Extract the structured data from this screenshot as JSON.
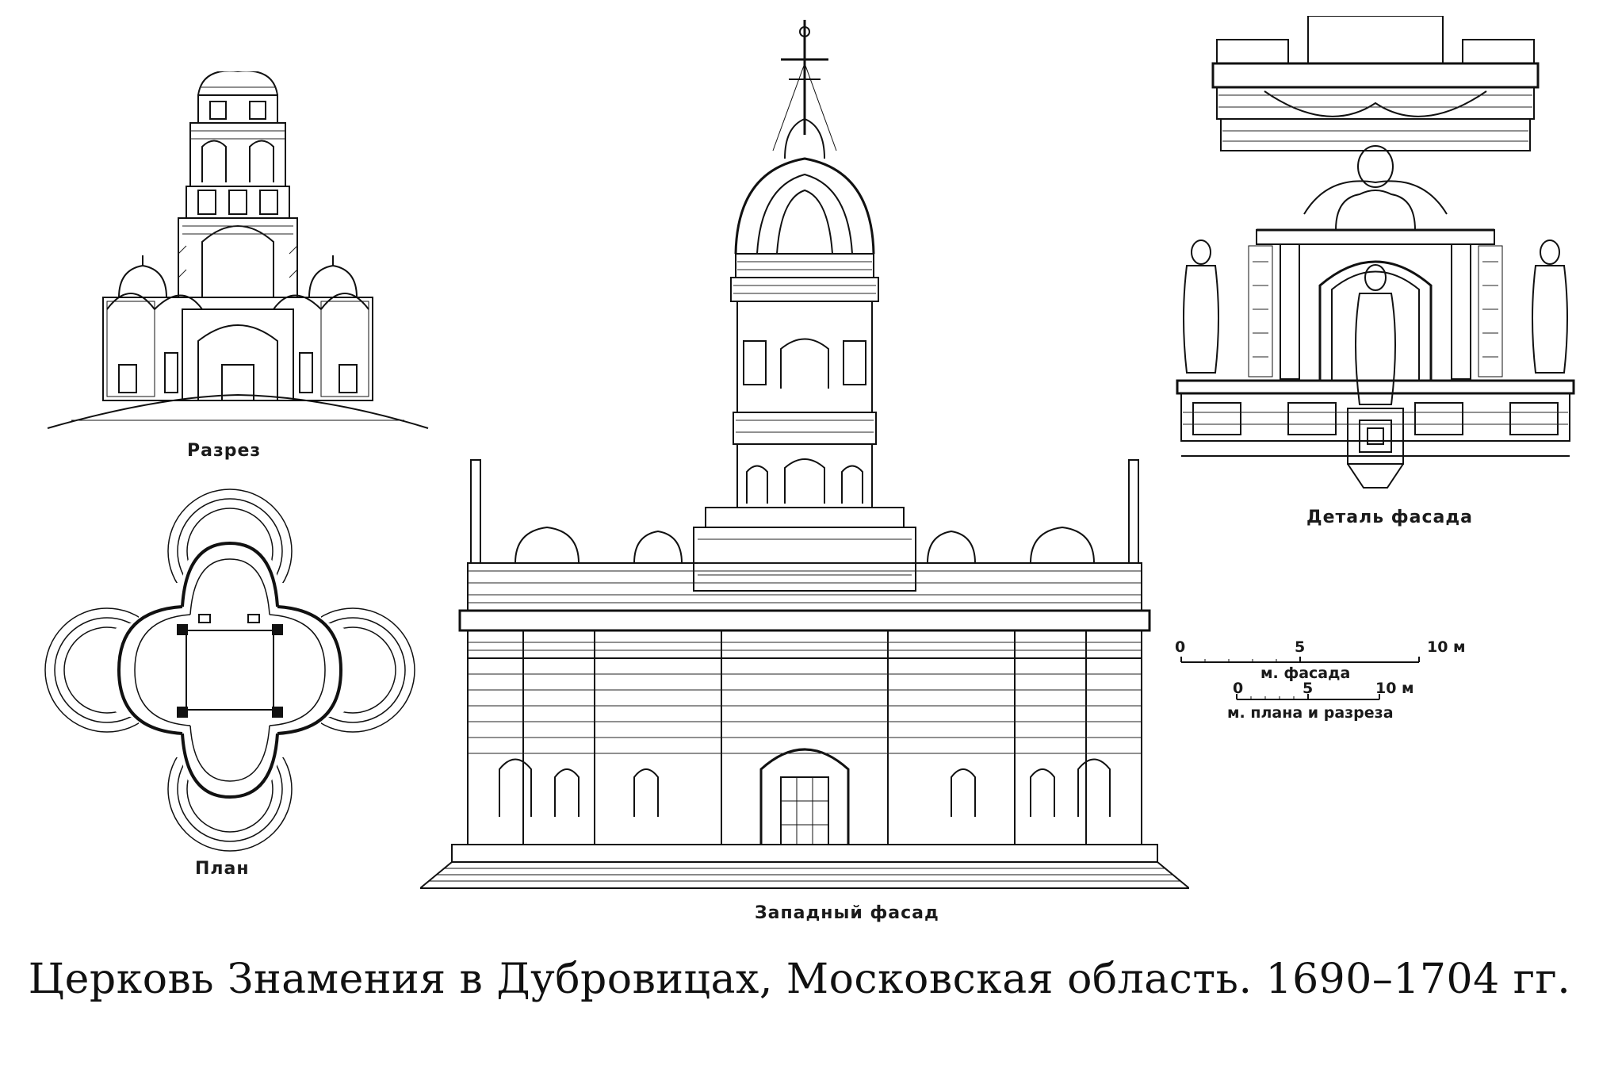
{
  "title": "Церковь Знамения в Дубровицах, Московская область. 1690–1704 гг.",
  "captions": {
    "section": "Разрез",
    "plan": "План",
    "west_facade": "Западный фасад",
    "facade_detail": "Деталь фасада"
  },
  "scale_facade": {
    "tick_0": "0",
    "tick_5": "5",
    "tick_10": "10 м",
    "label": "м. фасада"
  },
  "scale_plan": {
    "tick_0": "0",
    "tick_5": "5",
    "tick_10": "10 м",
    "label": "м. плана и разреза"
  }
}
